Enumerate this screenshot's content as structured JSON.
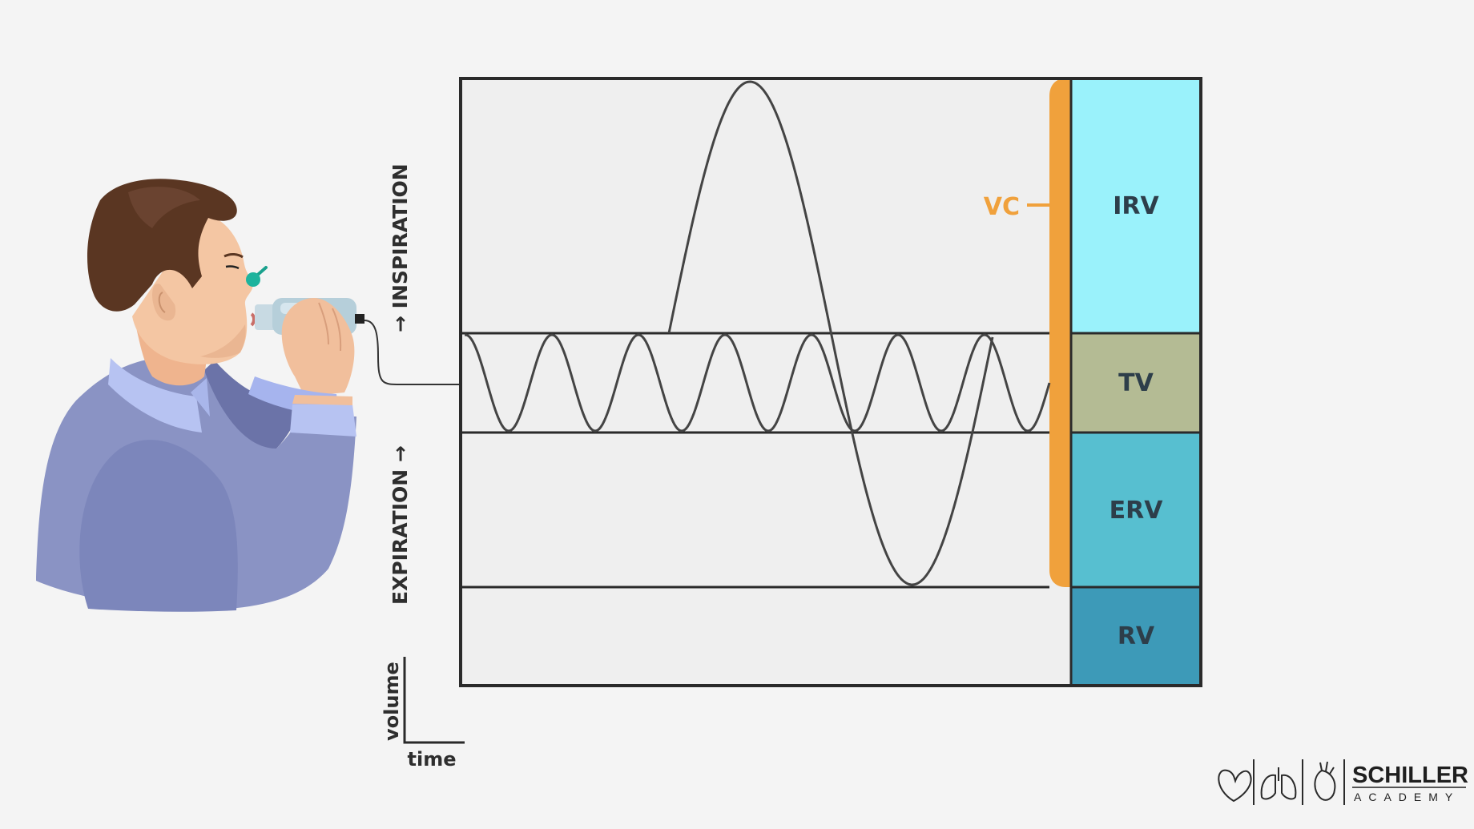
{
  "arrows": {
    "inspiration": "→ INSPIRATION",
    "expiration": "EXPIRATION →"
  },
  "axes": {
    "y": "volume",
    "x": "time"
  },
  "bracket": {
    "label": "VC",
    "color": "#f0a13c"
  },
  "segments": [
    {
      "label": "IRV",
      "color": "#9af2fb"
    },
    {
      "label": "TV",
      "color": "#b4bb94"
    },
    {
      "label": "ERV",
      "color": "#57bfd0"
    },
    {
      "label": "RV",
      "color": "#3d9ab8"
    }
  ],
  "logo": {
    "brand": "SCHILLER",
    "sub": "ACADEMY",
    "icons": [
      "heart-outline-icon",
      "lungs-icon",
      "anatomical-heart-icon"
    ]
  },
  "colors": {
    "plot_bg": "#efefef",
    "frame": "#2a2a2a",
    "curve": "#444444",
    "label_text": "#2d3e4a"
  }
}
